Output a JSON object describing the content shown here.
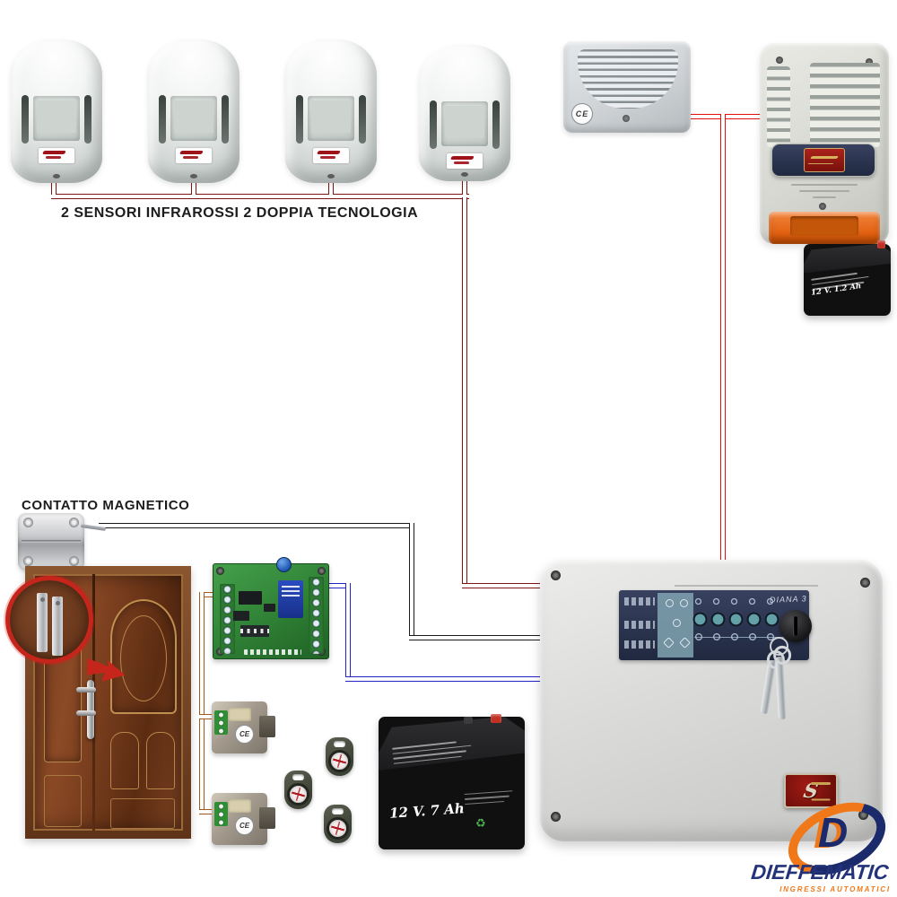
{
  "captions": {
    "sensors": "2 SENSORI INFRAROSSI 2 DOPPIA TECNOLOGIA",
    "magnetic_contact": "CONTATTO MAGNETICO"
  },
  "marks": {
    "ce": "CE"
  },
  "batteries": {
    "siren_battery_label": "12 V. 1.2 Ah",
    "main_battery_label": "12 V. 7 Ah"
  },
  "control_panel": {
    "handwritten_model": "DIANA 3",
    "badge_letter": "S"
  },
  "brand": {
    "monogram": "D",
    "name": "DIEFFEMATIC",
    "tagline": "INGRESSI AUTOMATICI"
  },
  "devices": {
    "pir_sensor_count": 4,
    "key_reader_count": 2,
    "key_fob_count": 3
  },
  "colors": {
    "sensor_bus_wire": "#7c1414",
    "siren_wire": "#e60f0b",
    "contact_wire": "#1a1a1a",
    "board_wire": "#2323c6",
    "reader_wire": "#a4591e",
    "brand_blue": "#1b2a6b",
    "brand_orange": "#f07818",
    "flasher_orange": "#e2600f",
    "pcb_green": "#37903c",
    "badge_red": "#8c1410"
  }
}
